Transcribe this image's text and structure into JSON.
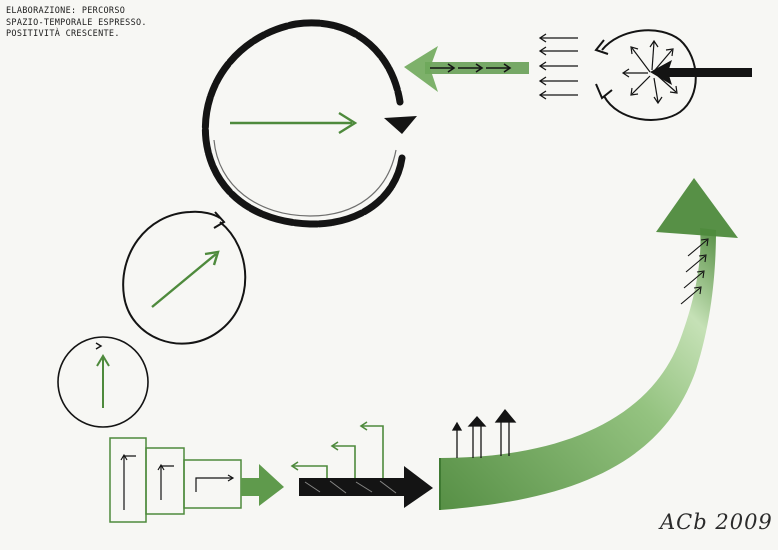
{
  "caption": {
    "line1": "Elaborazione: percorso",
    "line2": "spazio-temporale espresso.",
    "line3": "Positività crescente."
  },
  "signature": "ACb 2009",
  "colors": {
    "paper": "#f7f7f4",
    "ink": "#141414",
    "green": "#4e8a3c",
    "green_light": "#a9cf96",
    "green_dark": "#3f7a32"
  }
}
